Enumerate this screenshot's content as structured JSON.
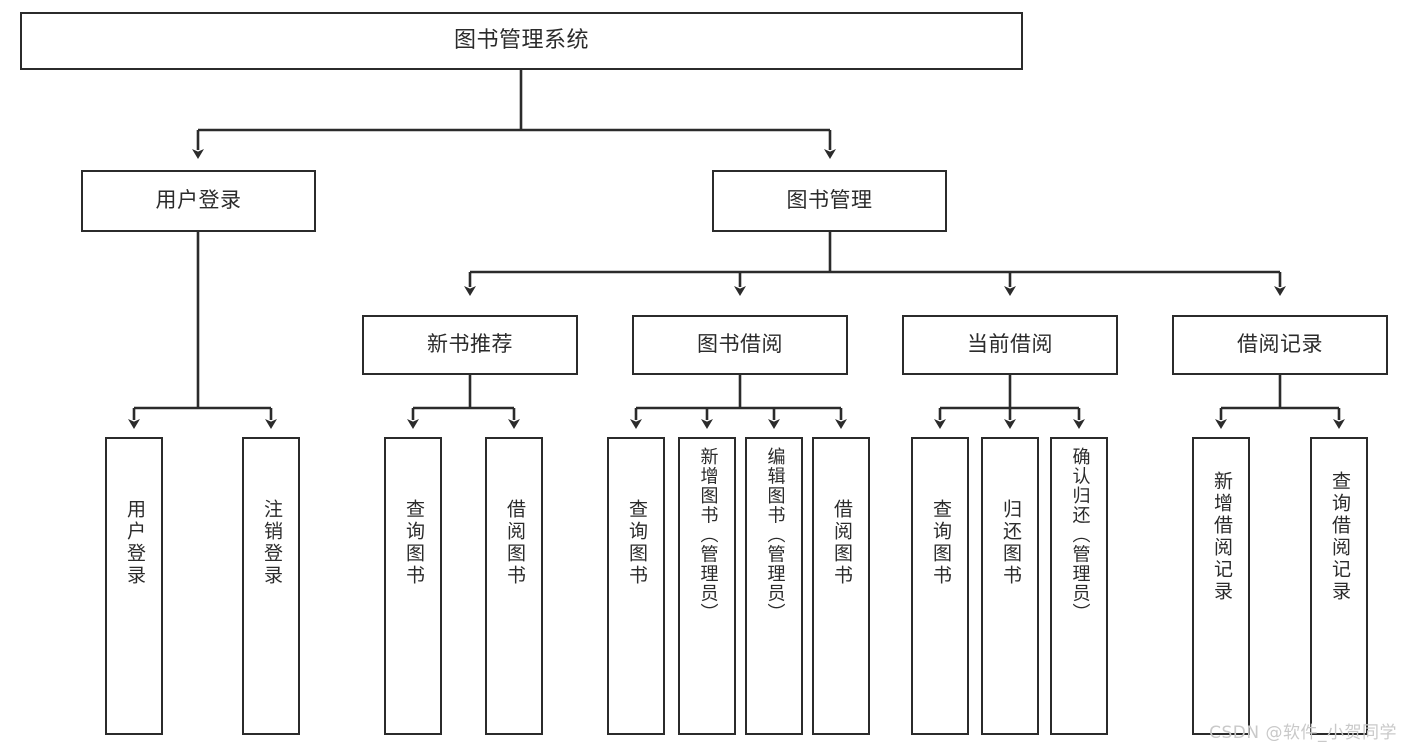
{
  "diagram": {
    "title": "图书管理系统",
    "watermark": "CSDN @软件_小贺同学",
    "colors": {
      "stroke": "#2b2b2b",
      "fill": "#ffffff",
      "text": "#2b2b2b",
      "watermark": "#c9c9c9"
    },
    "nodes": {
      "root": {
        "label": "图书管理系统"
      },
      "level2": [
        {
          "label": "用户登录"
        },
        {
          "label": "图书管理"
        }
      ],
      "level3": [
        {
          "label": "新书推荐"
        },
        {
          "label": "图书借阅"
        },
        {
          "label": "当前借阅"
        },
        {
          "label": "借阅记录"
        }
      ],
      "leaves": {
        "user_login": [
          {
            "label": "用户登录"
          },
          {
            "label": "注销登录"
          }
        ],
        "new_book_recommend": [
          {
            "label": "查询图书"
          },
          {
            "label": "借阅图书"
          }
        ],
        "book_borrow": [
          {
            "label": "查询图书"
          },
          {
            "label": "新增图书（管理员）"
          },
          {
            "label": "编辑图书（管理员）"
          },
          {
            "label": "借阅图书"
          }
        ],
        "current_borrow": [
          {
            "label": "查询图书"
          },
          {
            "label": "归还图书"
          },
          {
            "label": "确认归还（管理员）"
          }
        ],
        "borrow_record": [
          {
            "label": "新增借阅记录"
          },
          {
            "label": "查询借阅记录"
          }
        ]
      }
    }
  }
}
